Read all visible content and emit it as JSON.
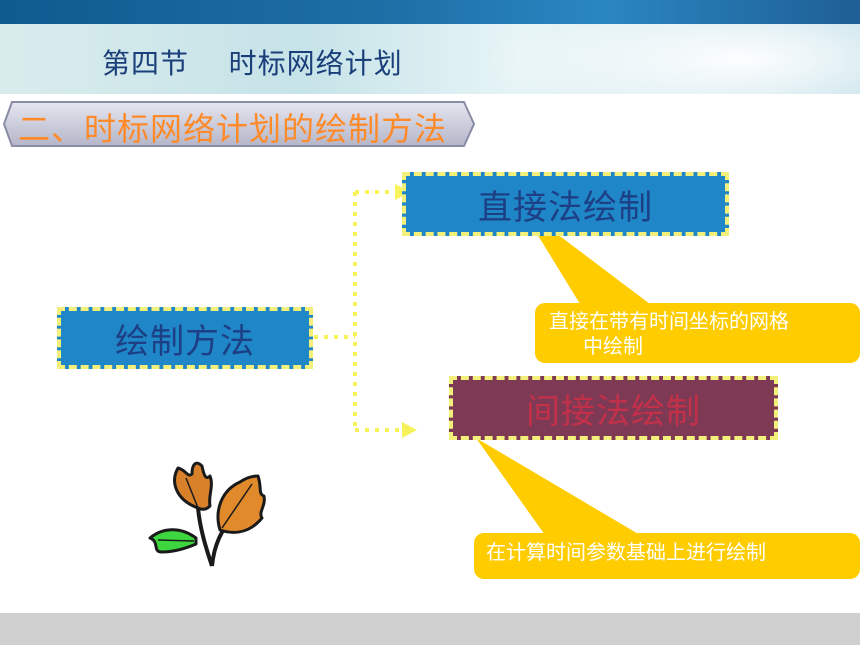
{
  "slide": {
    "title": "第四节    时标网络计划",
    "section_title": "二、时标网络计划的绘制方法",
    "root_node": "绘制方法",
    "direct_node": "直接法绘制",
    "indirect_node": "间接法绘制",
    "direct_callout_line1": "直接在带有时间坐标的网格",
    "direct_callout_line2": "中绘制",
    "indirect_callout": "在计算时间参数基础上进行绘制"
  },
  "colors": {
    "node_blue": "#1f86c7",
    "node_maroon": "#7e3a55",
    "node_border": "#f2f07a",
    "callout": "#ffcc00",
    "connector": "#f5f25a",
    "section_text": "#ff8a2a",
    "title_text": "#1a3f7a"
  },
  "icons": {
    "clipart": "autumn-leaves-icon",
    "arrow": "dotted-arrow-icon"
  }
}
